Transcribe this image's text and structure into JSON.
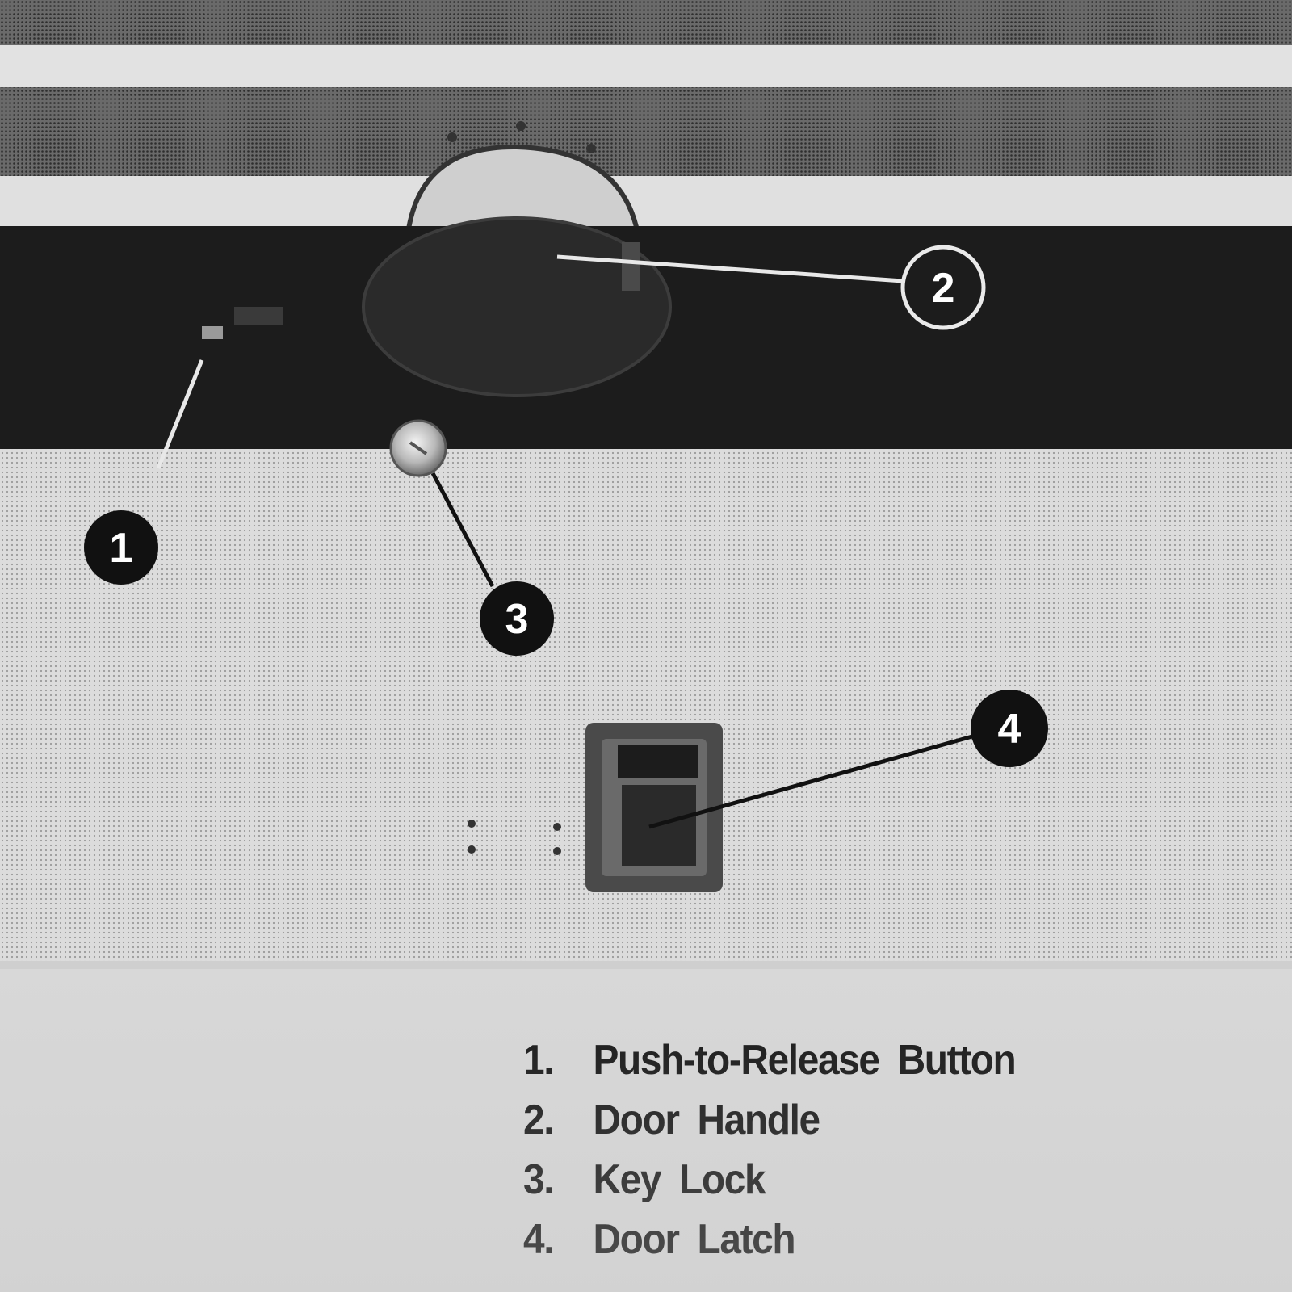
{
  "figure": {
    "callouts": [
      {
        "number": "1",
        "style": "filled"
      },
      {
        "number": "2",
        "style": "outlined"
      },
      {
        "number": "3",
        "style": "filled"
      },
      {
        "number": "4",
        "style": "filled"
      }
    ],
    "colors": {
      "background": "#d8d8d8",
      "dark_band": "#1e1e1e",
      "stripe_gray": "#5a5a5a",
      "callout_fill": "#111111",
      "callout_text": "#ffffff",
      "legend_text": "#111111"
    }
  },
  "legend": {
    "items": [
      {
        "number": "1.",
        "label": "Push-to-Release Button"
      },
      {
        "number": "2.",
        "label": "Door Handle"
      },
      {
        "number": "3.",
        "label": "Key Lock"
      },
      {
        "number": "4.",
        "label": "Door Latch"
      }
    ]
  }
}
